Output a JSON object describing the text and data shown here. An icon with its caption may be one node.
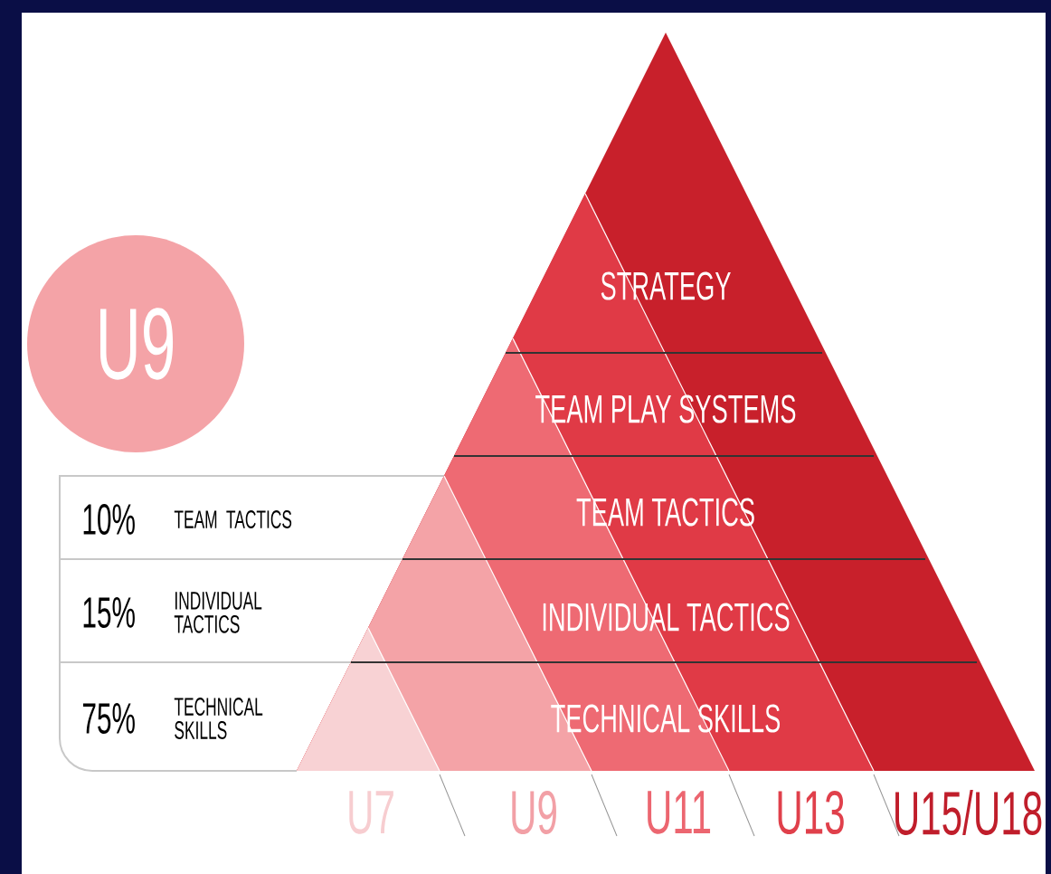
{
  "diagram": {
    "nodes": [
      {
        "text": [
          "STRATEGY"
        ]
      },
      {
        "text": [
          "TEAM PLAY SYSTEMS"
        ]
      },
      {
        "text": [
          "TEAM TACTICS"
        ]
      },
      {
        "text": [
          "INDIVIDUAL TACTICS"
        ]
      },
      {
        "text": [
          "TECHNICAL SKILLS"
        ]
      },
      {
        "text": [
          "U9"
        ]
      },
      {
        "text": [
          "10%",
          "TEAM TACTICS"
        ]
      },
      {
        "text": [
          "15%",
          "INDIVIDUAL TACTICS"
        ]
      },
      {
        "text": [
          "75%",
          "TECHNICAL SKILLS"
        ]
      }
    ],
    "edges": [],
    "labels": [
      "U7",
      "U9",
      "U11",
      "U13",
      "U15/U18"
    ]
  }
}
